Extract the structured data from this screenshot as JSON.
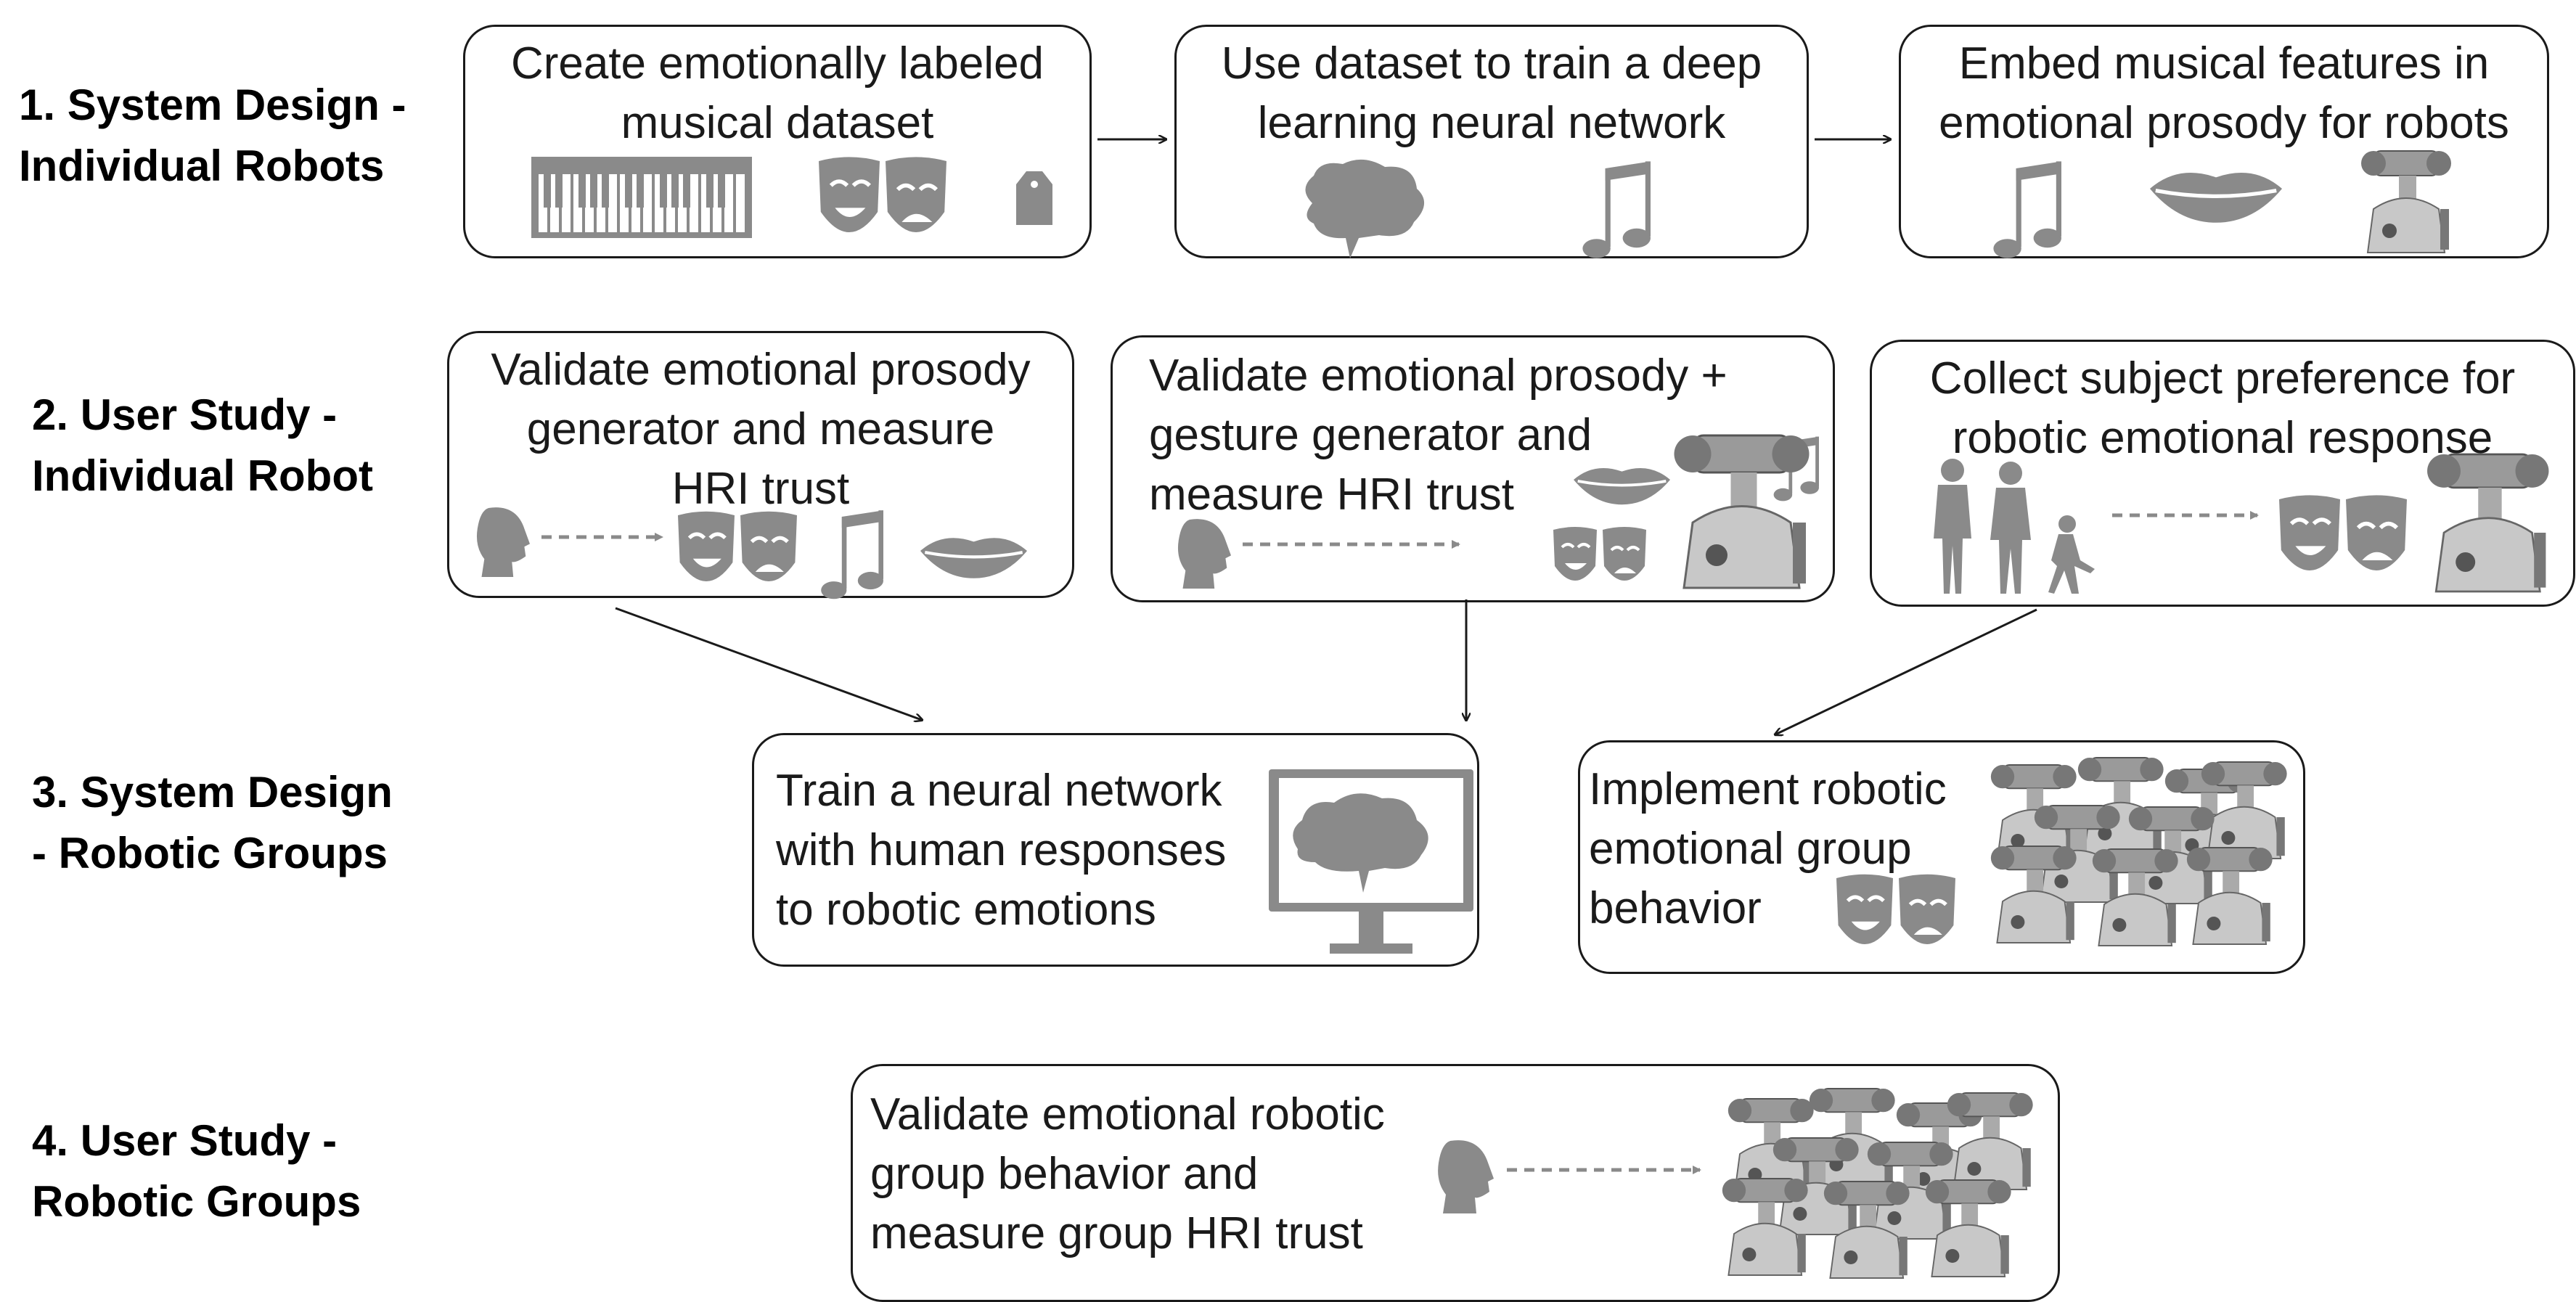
{
  "stages": [
    {
      "lines": [
        "1. System Design -",
        "Individual Robots"
      ]
    },
    {
      "lines": [
        "2. User Study -",
        "Individual Robot"
      ]
    },
    {
      "lines": [
        "3. System Design",
        "- Robotic Groups"
      ]
    },
    {
      "lines": [
        "4. User Study -",
        "Robotic Groups"
      ]
    }
  ],
  "boxes": {
    "create_dataset": [
      "Create emotionally labeled",
      "musical dataset"
    ],
    "train_network": [
      "Use dataset to train a deep",
      "learning neural network"
    ],
    "embed_features": [
      "Embed musical features in",
      "emotional prosody for robots"
    ],
    "validate_prosody": [
      "Validate emotional prosody",
      "generator and measure",
      "HRI trust"
    ],
    "validate_gesture": [
      "Validate emotional prosody +",
      "gesture generator and",
      "measure HRI trust"
    ],
    "collect_preference": [
      "Collect subject preference for",
      "robotic emotional response"
    ],
    "train_human": [
      "Train a neural network",
      "with human responses",
      "to robotic emotions"
    ],
    "implement_group": [
      "Implement robotic",
      "emotional group",
      "behavior"
    ],
    "validate_group": [
      "Validate emotional robotic",
      "group behavior and",
      "measure group HRI trust"
    ]
  },
  "colors": {
    "icon": "#8a8a8a",
    "border": "#1a1a1a",
    "arrow": "#1a1a1a",
    "dashed": "#8a8a8a"
  },
  "icons": [
    "piano-keyboard-icon",
    "theater-masks-icon",
    "tag-icon",
    "brain-icon",
    "music-note-icon",
    "lips-icon",
    "robot-icon",
    "head-profile-icon",
    "people-icon",
    "monitor-brain-icon",
    "robot-group-icon"
  ]
}
